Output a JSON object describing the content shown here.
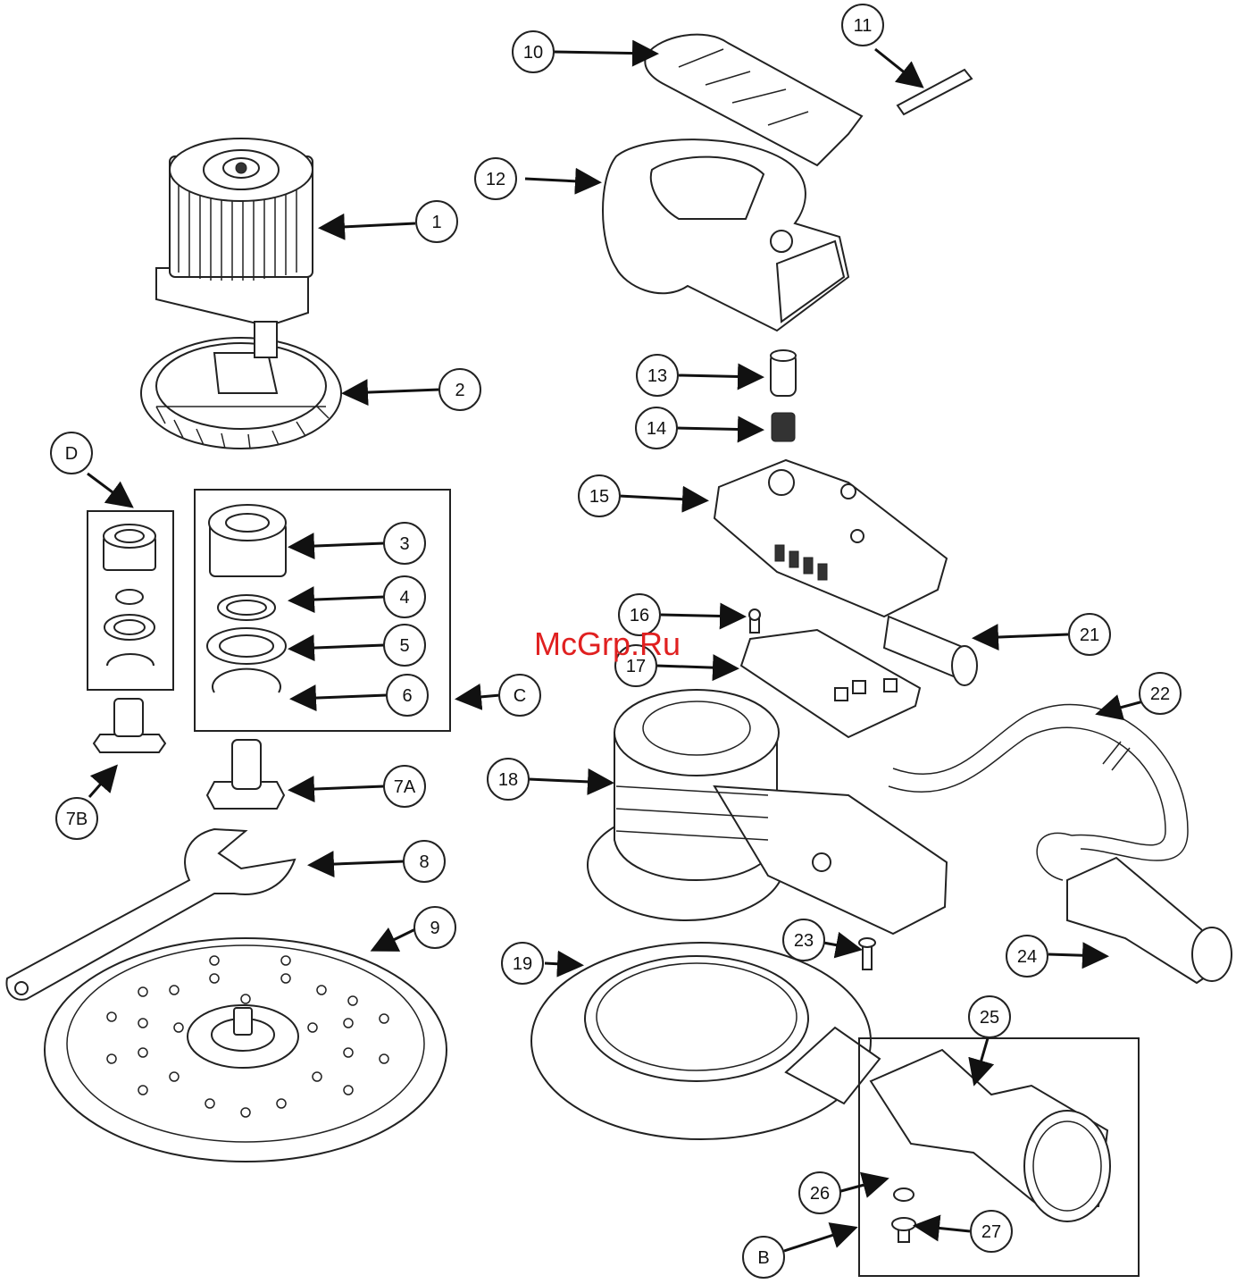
{
  "watermark": "McGrp.Ru",
  "callouts": [
    {
      "label": "1"
    },
    {
      "label": "2"
    },
    {
      "label": "3"
    },
    {
      "label": "4"
    },
    {
      "label": "5"
    },
    {
      "label": "6"
    },
    {
      "label": "7A"
    },
    {
      "label": "7B"
    },
    {
      "label": "8"
    },
    {
      "label": "9"
    },
    {
      "label": "10"
    },
    {
      "label": "11"
    },
    {
      "label": "12"
    },
    {
      "label": "13"
    },
    {
      "label": "14"
    },
    {
      "label": "15"
    },
    {
      "label": "16"
    },
    {
      "label": "17"
    },
    {
      "label": "18"
    },
    {
      "label": "19"
    },
    {
      "label": "21"
    },
    {
      "label": "22"
    },
    {
      "label": "23"
    },
    {
      "label": "24"
    },
    {
      "label": "25"
    },
    {
      "label": "26"
    },
    {
      "label": "27"
    },
    {
      "label": "B"
    },
    {
      "label": "C"
    },
    {
      "label": "D"
    }
  ]
}
